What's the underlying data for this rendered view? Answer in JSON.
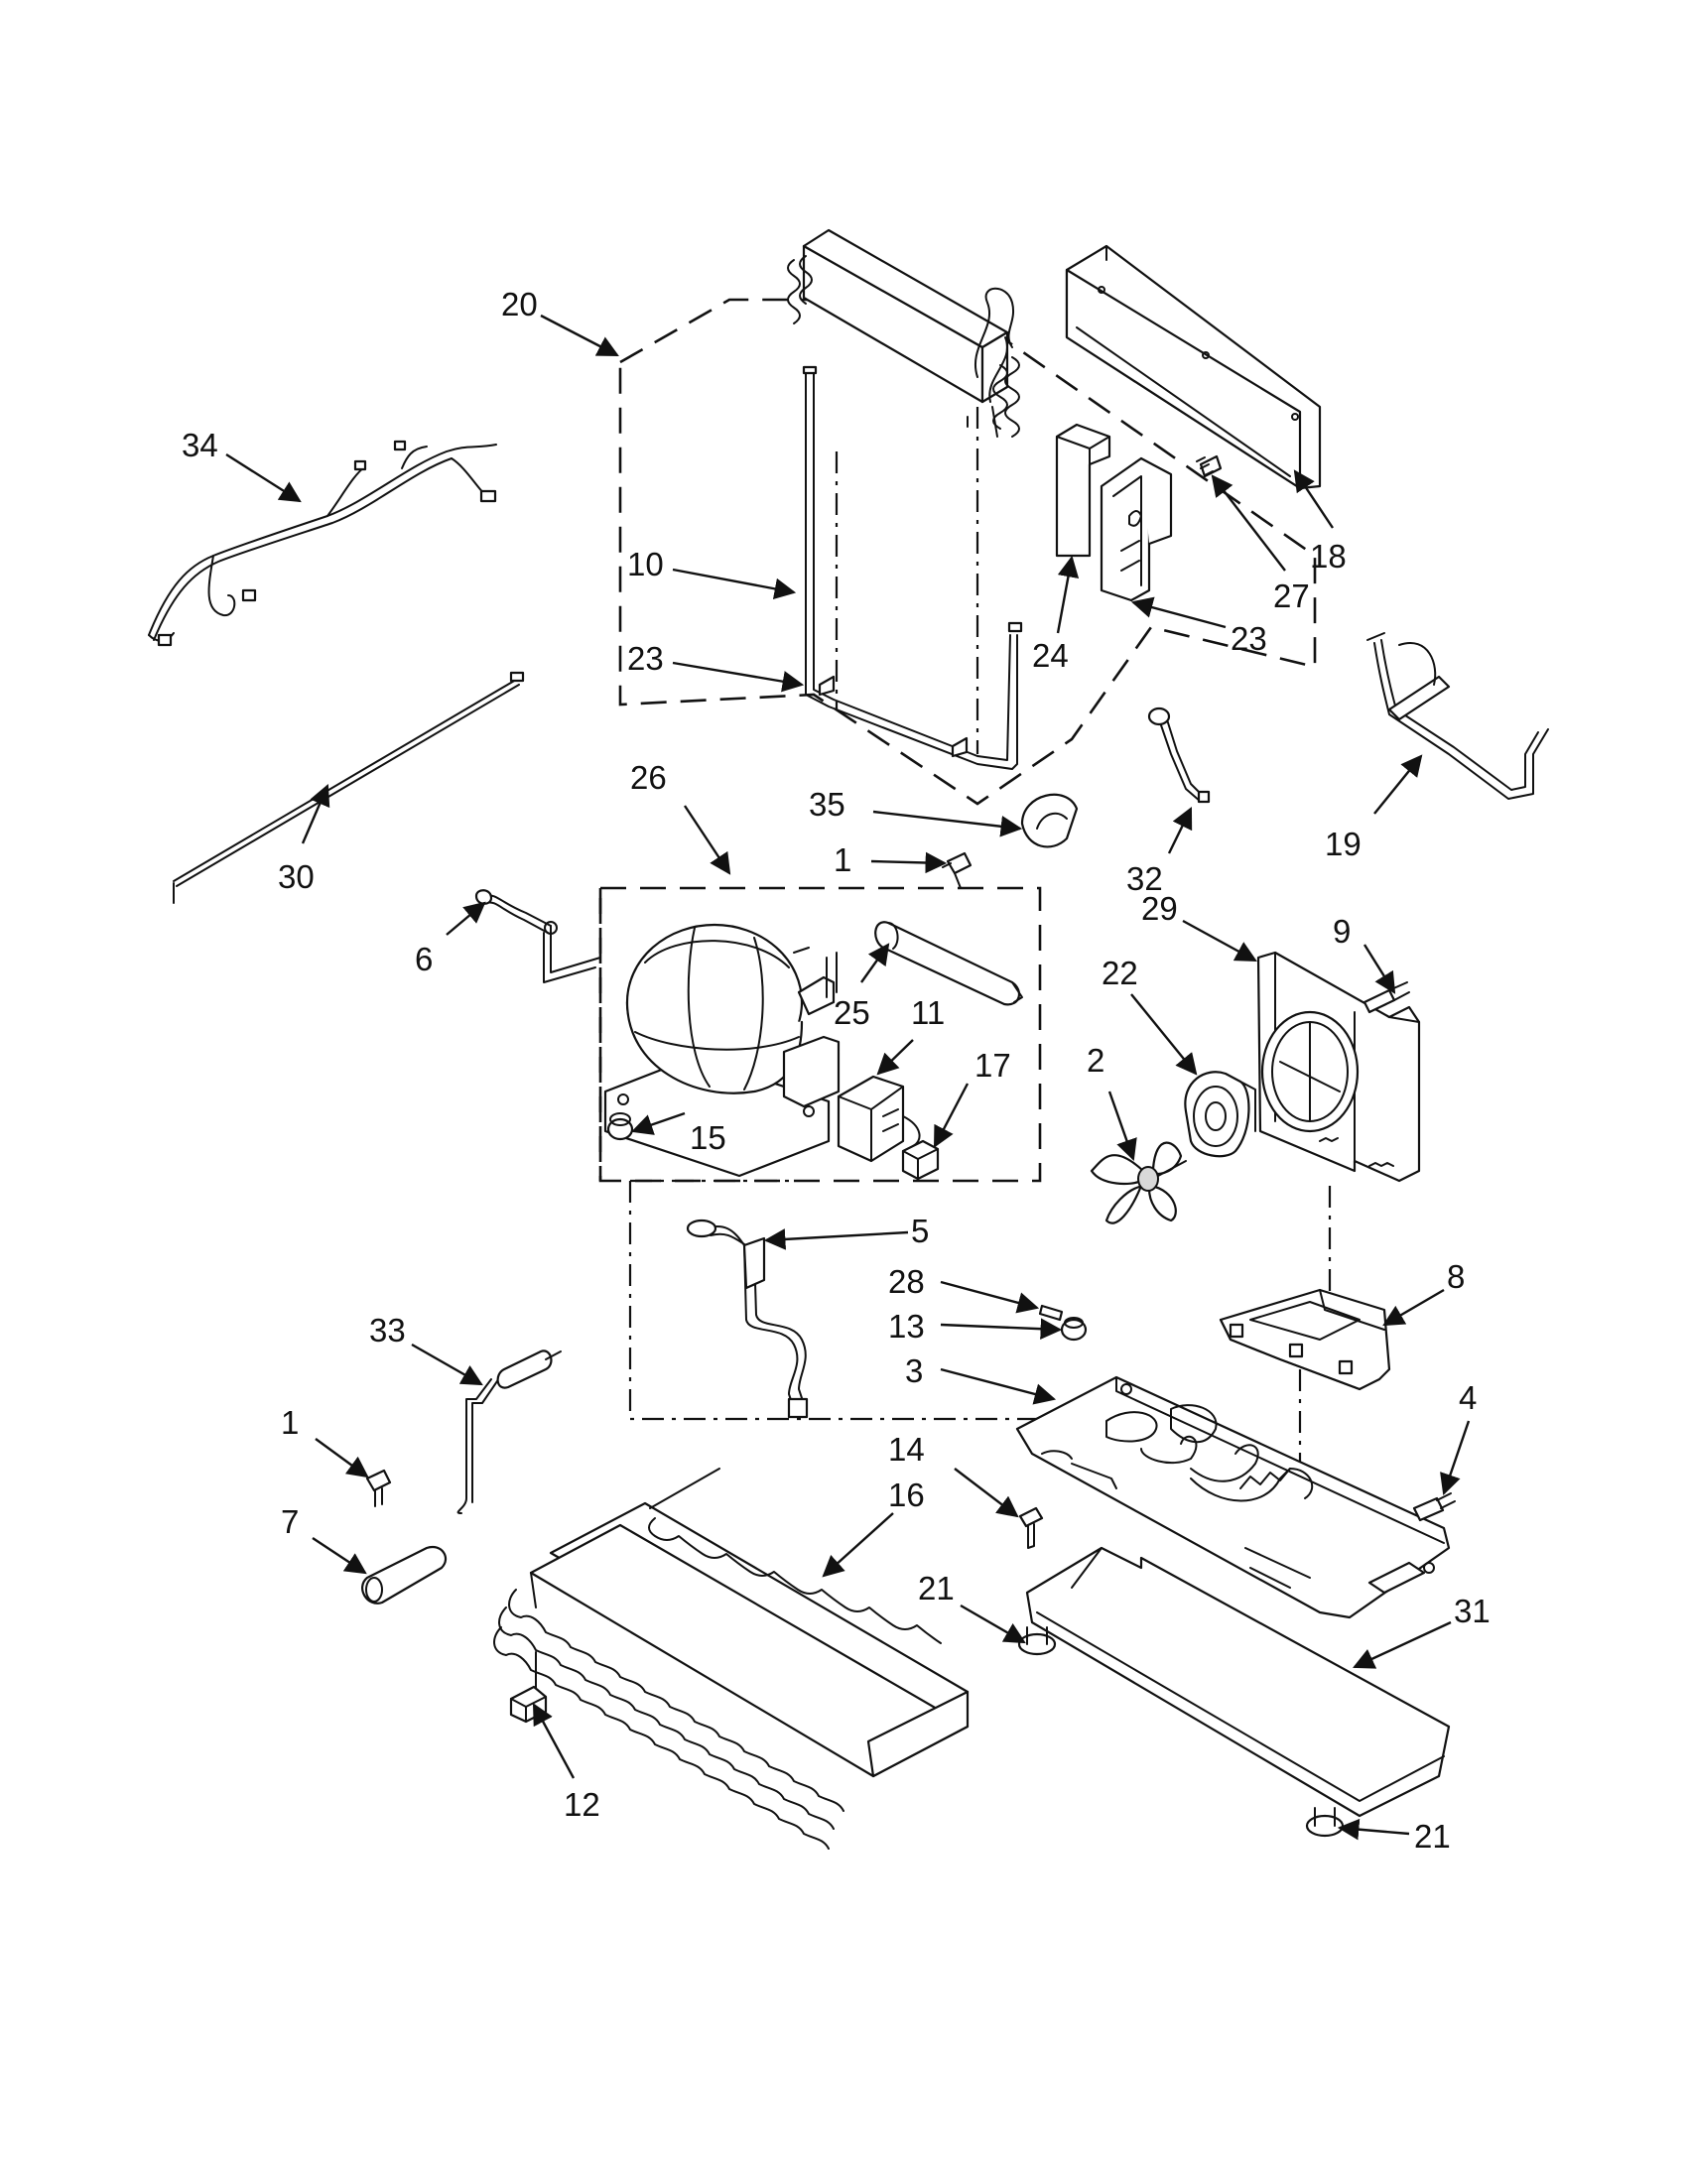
{
  "callouts": [
    {
      "id": "c20",
      "text": "20"
    },
    {
      "id": "c34",
      "text": "34"
    },
    {
      "id": "c10",
      "text": "10"
    },
    {
      "id": "c23a",
      "text": "23"
    },
    {
      "id": "c24",
      "text": "24"
    },
    {
      "id": "c23b",
      "text": "23"
    },
    {
      "id": "c27",
      "text": "27"
    },
    {
      "id": "c18",
      "text": "18"
    },
    {
      "id": "c19",
      "text": "19"
    },
    {
      "id": "c30",
      "text": "30"
    },
    {
      "id": "c26",
      "text": "26"
    },
    {
      "id": "c35",
      "text": "35"
    },
    {
      "id": "c32",
      "text": "32"
    },
    {
      "id": "c1a",
      "text": "1"
    },
    {
      "id": "c6",
      "text": "6"
    },
    {
      "id": "c25",
      "text": "25"
    },
    {
      "id": "c11",
      "text": "11"
    },
    {
      "id": "c17",
      "text": "17"
    },
    {
      "id": "c15",
      "text": "15"
    },
    {
      "id": "c29",
      "text": "29"
    },
    {
      "id": "c9",
      "text": "9"
    },
    {
      "id": "c22",
      "text": "22"
    },
    {
      "id": "c2",
      "text": "2"
    },
    {
      "id": "c5",
      "text": "5"
    },
    {
      "id": "c28",
      "text": "28"
    },
    {
      "id": "c13",
      "text": "13"
    },
    {
      "id": "c3",
      "text": "3"
    },
    {
      "id": "c8",
      "text": "8"
    },
    {
      "id": "c4",
      "text": "4"
    },
    {
      "id": "c33",
      "text": "33"
    },
    {
      "id": "c1b",
      "text": "1"
    },
    {
      "id": "c7",
      "text": "7"
    },
    {
      "id": "c14",
      "text": "14"
    },
    {
      "id": "c16",
      "text": "16"
    },
    {
      "id": "c21a",
      "text": "21"
    },
    {
      "id": "c31",
      "text": "31"
    },
    {
      "id": "c12",
      "text": "12"
    },
    {
      "id": "c21b",
      "text": "21"
    }
  ]
}
